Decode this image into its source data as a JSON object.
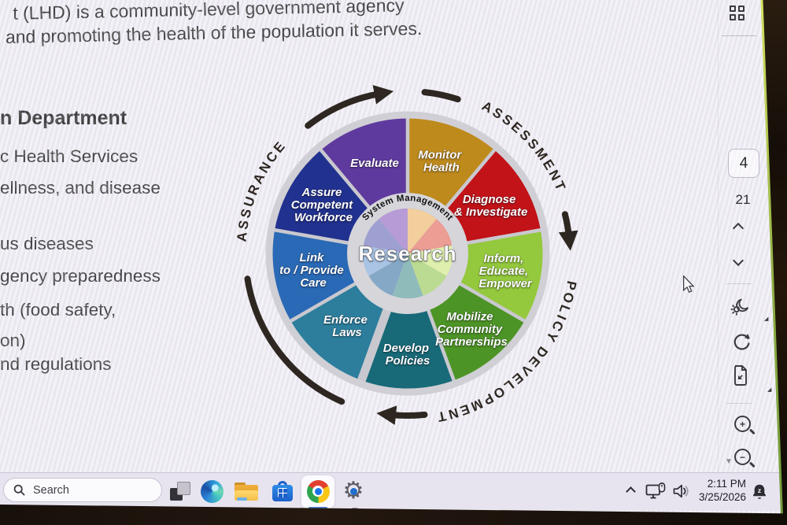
{
  "slide": {
    "top_lines": [
      "t (LHD) is a community-level government agency",
      "and promoting the health of the population it serves."
    ],
    "heading": "n Department",
    "body_lines": [
      "c Health Services",
      "ellness, and disease",
      "us diseases",
      "gency preparedness",
      "th (food safety,",
      "on)",
      "nd regulations"
    ],
    "wheel": {
      "arc_labels": {
        "assessment": "ASSESSMENT",
        "policy_development": "POLICY DEVELOPMENT",
        "assurance": "ASSURANCE"
      },
      "ring_label": "System Management",
      "center_label": "Research",
      "arrow_color": "#2E2721",
      "segments": [
        {
          "name": "monitor-health",
          "color": "#BE8A1C",
          "pastel": "#F2CF9C",
          "lines": [
            "Monitor",
            "Health"
          ]
        },
        {
          "name": "diagnose-investigate",
          "color": "#C11318",
          "pastel": "#EC9D94",
          "lines": [
            "Diagnose",
            "& Investigate"
          ]
        },
        {
          "name": "inform-educate-empower",
          "color": "#94C83D",
          "pastel": "#DFF0AE",
          "lines": [
            "Inform,",
            "Educate,",
            "Empower"
          ]
        },
        {
          "name": "mobilize-community-partnerships",
          "color": "#4D9426",
          "pastel": "#BCDB92",
          "lines": [
            "Mobilize",
            "Community",
            "Partnerships"
          ]
        },
        {
          "name": "develop-policies",
          "color": "#186A78",
          "pastel": "#8FBCBB",
          "lines": [
            "Develop",
            "Policies"
          ]
        },
        {
          "name": "enforce-laws",
          "color": "#2C7E9C",
          "pastel": "#85A8C6",
          "lines": [
            "Enforce",
            "Laws"
          ]
        },
        {
          "name": "link-provide-care",
          "color": "#2A69B5",
          "pastel": "#A9C4E4",
          "lines": [
            "Link",
            "to / Provide",
            "Care"
          ]
        },
        {
          "name": "assure-competent-workforce",
          "color": "#21318F",
          "pastel": "#9FA0D2",
          "lines": [
            "Assure",
            "Competent",
            "Workforce"
          ]
        },
        {
          "name": "evaluate",
          "color": "#5F3A9E",
          "pastel": "#B79BD6",
          "lines": [
            "Evaluate"
          ]
        }
      ]
    }
  },
  "sidebar": {
    "current_page": "4",
    "total_pages": "21"
  },
  "taskbar": {
    "search_label": "Search",
    "clock": {
      "time": "2:11 PM",
      "date": "3/25/2026"
    }
  },
  "icons": {
    "zoom_in_glyph": "+",
    "zoom_out_glyph": "−",
    "corner_glyph": "◢",
    "scroll_down_glyph": "▼",
    "gear_glyph": "⚙",
    "dnd_z": "z"
  }
}
